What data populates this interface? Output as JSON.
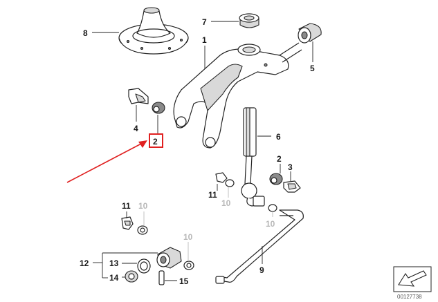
{
  "callouts": {
    "c1": "1",
    "c2_top": "2",
    "c2_right": "2",
    "c3": "3",
    "c4": "4",
    "c5": "5",
    "c6": "6",
    "c7": "7",
    "c8": "8",
    "c9": "9",
    "c10_top": "10",
    "c10_mid": "10",
    "c10_right": "10",
    "c10_low": "10",
    "c11_left": "11",
    "c11_right": "11",
    "c12": "12",
    "c13": "13",
    "c14": "14",
    "c15": "15"
  },
  "document_number": "00127738",
  "colors": {
    "highlight": "#e02020",
    "muted_callout": "#b8b8b8"
  },
  "icons": {
    "arrow": "red-pointer-arrow",
    "orientation": "direction-arrow-icon"
  }
}
